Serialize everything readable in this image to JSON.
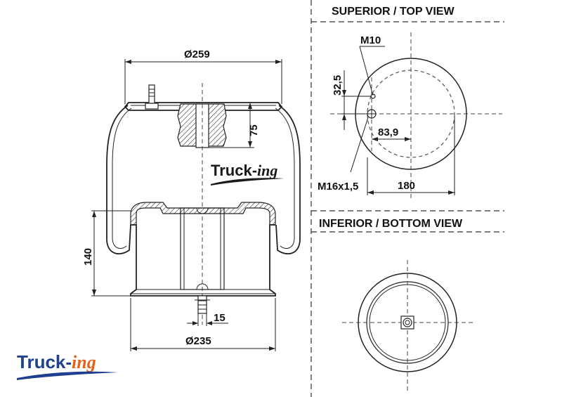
{
  "views": {
    "top_title": "SUPERIOR / TOP VIEW",
    "bottom_title": "INFERIOR / BOTTOM VIEW"
  },
  "dimensions": {
    "top_diameter": "Ø259",
    "bottom_diameter": "Ø235",
    "height_upper": "75",
    "height_lower": "140",
    "stud_length": "15",
    "thread_small": "M10",
    "thread_large": "M16x1,5",
    "offset_vertical": "32,5",
    "offset_horizontal": "83,9",
    "bolt_circle": "180"
  },
  "brand": {
    "center_main": "Truck-",
    "center_suffix": "ing",
    "corner_main": "Truck-",
    "corner_suffix": "ing",
    "main_color": "#1a1a1a",
    "corner_main_color": "#1f3f8f",
    "corner_suffix_color": "#e2621b",
    "swoosh_color": "#1a1a1a"
  }
}
